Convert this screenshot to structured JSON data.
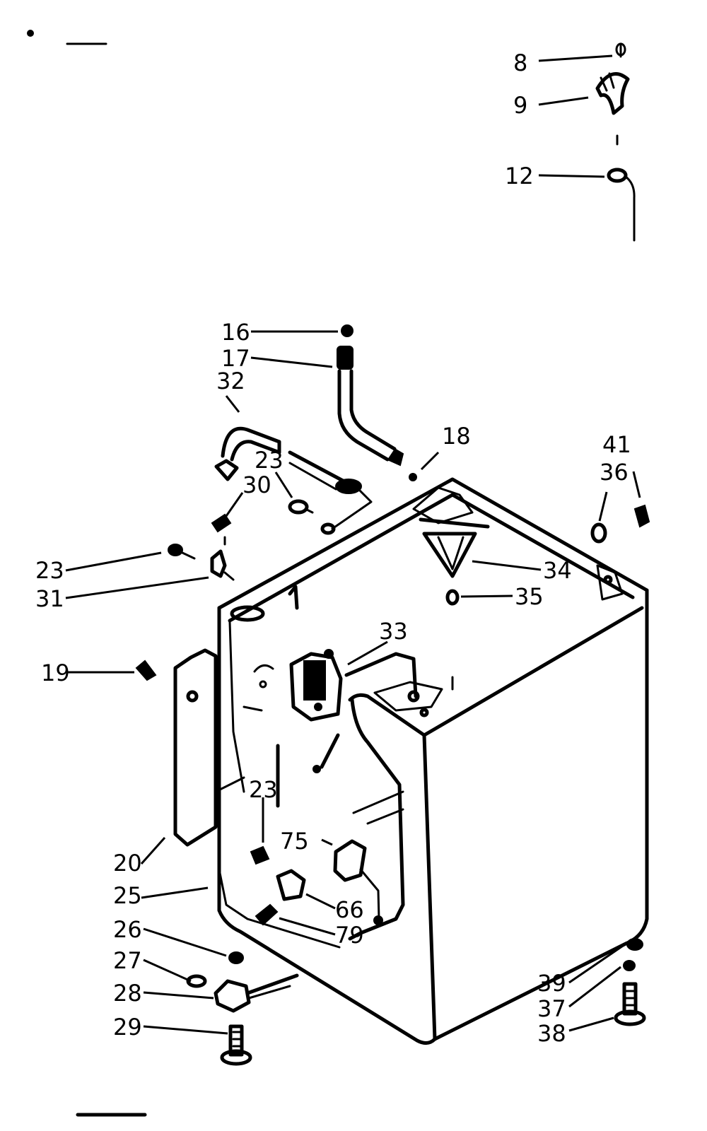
{
  "diagram": {
    "callouts": [
      {
        "id": "c8",
        "label": "8"
      },
      {
        "id": "c9",
        "label": "9"
      },
      {
        "id": "c12",
        "label": "12"
      },
      {
        "id": "c16",
        "label": "16"
      },
      {
        "id": "c17",
        "label": "17"
      },
      {
        "id": "c32",
        "label": "32"
      },
      {
        "id": "c18",
        "label": "18"
      },
      {
        "id": "c23a",
        "label": "23"
      },
      {
        "id": "c30",
        "label": "30"
      },
      {
        "id": "c41",
        "label": "41"
      },
      {
        "id": "c36",
        "label": "36"
      },
      {
        "id": "c23b",
        "label": "23"
      },
      {
        "id": "c31",
        "label": "31"
      },
      {
        "id": "c34",
        "label": "34"
      },
      {
        "id": "c35",
        "label": "35"
      },
      {
        "id": "c33",
        "label": "33"
      },
      {
        "id": "c19",
        "label": "19"
      },
      {
        "id": "c23c",
        "label": "23"
      },
      {
        "id": "c75",
        "label": "75"
      },
      {
        "id": "c20",
        "label": "20"
      },
      {
        "id": "c25",
        "label": "25"
      },
      {
        "id": "c66",
        "label": "66"
      },
      {
        "id": "c79",
        "label": "79"
      },
      {
        "id": "c26",
        "label": "26"
      },
      {
        "id": "c27",
        "label": "27"
      },
      {
        "id": "c28",
        "label": "28"
      },
      {
        "id": "c29",
        "label": "29"
      },
      {
        "id": "c39",
        "label": "39"
      },
      {
        "id": "c37",
        "label": "37"
      },
      {
        "id": "c38",
        "label": "38"
      }
    ]
  }
}
